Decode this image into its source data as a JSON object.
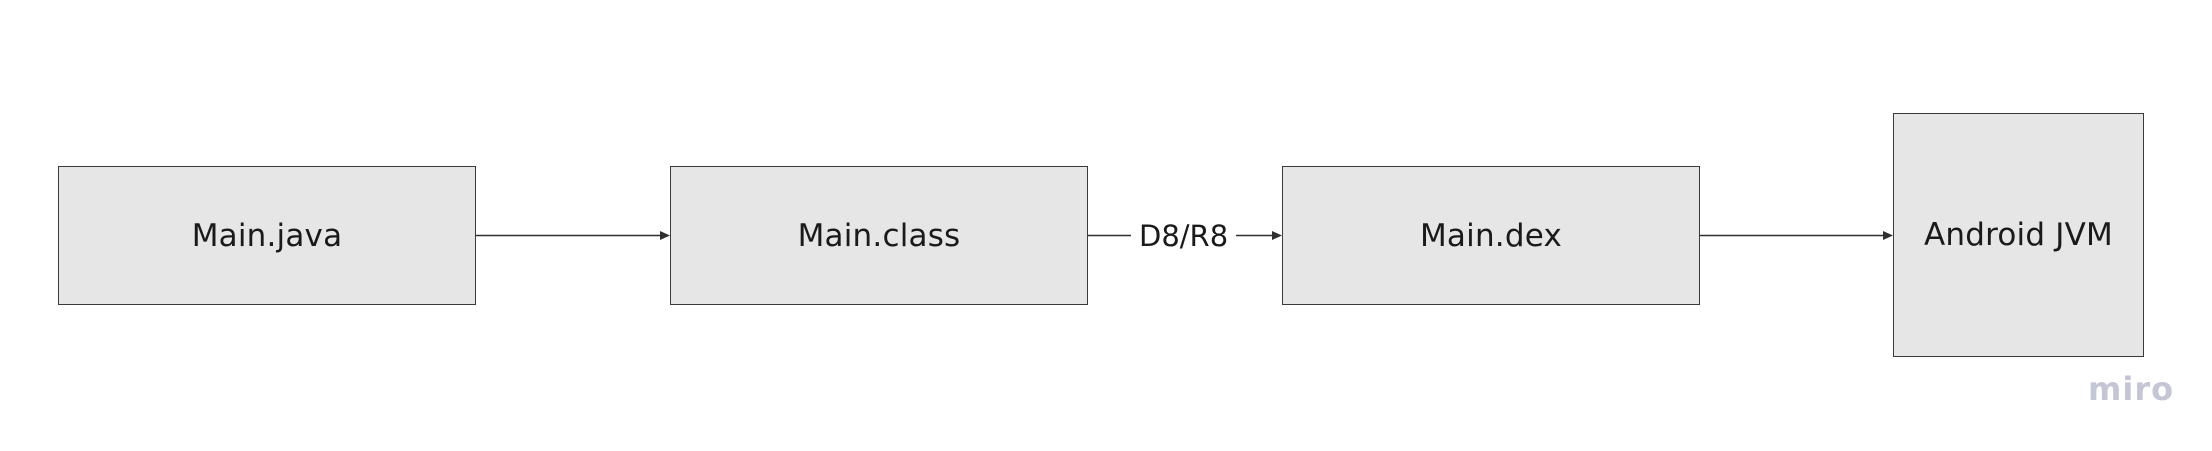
{
  "diagram": {
    "nodes": [
      {
        "id": "main-java",
        "label": "Main.java"
      },
      {
        "id": "main-class",
        "label": "Main.class"
      },
      {
        "id": "main-dex",
        "label": "Main.dex"
      },
      {
        "id": "android-jvm",
        "label": "Android JVM"
      }
    ],
    "edges": [
      {
        "from": "main-java",
        "to": "main-class",
        "label": ""
      },
      {
        "from": "main-class",
        "to": "main-dex",
        "label": "D8/R8"
      },
      {
        "from": "main-dex",
        "to": "android-jvm",
        "label": ""
      }
    ]
  },
  "watermark": "miro",
  "colors": {
    "node_fill": "#e6e6e6",
    "node_border": "#3a3a3a",
    "edge": "#2f2f2f",
    "watermark": "#c4c6d6",
    "background": "#ffffff"
  }
}
